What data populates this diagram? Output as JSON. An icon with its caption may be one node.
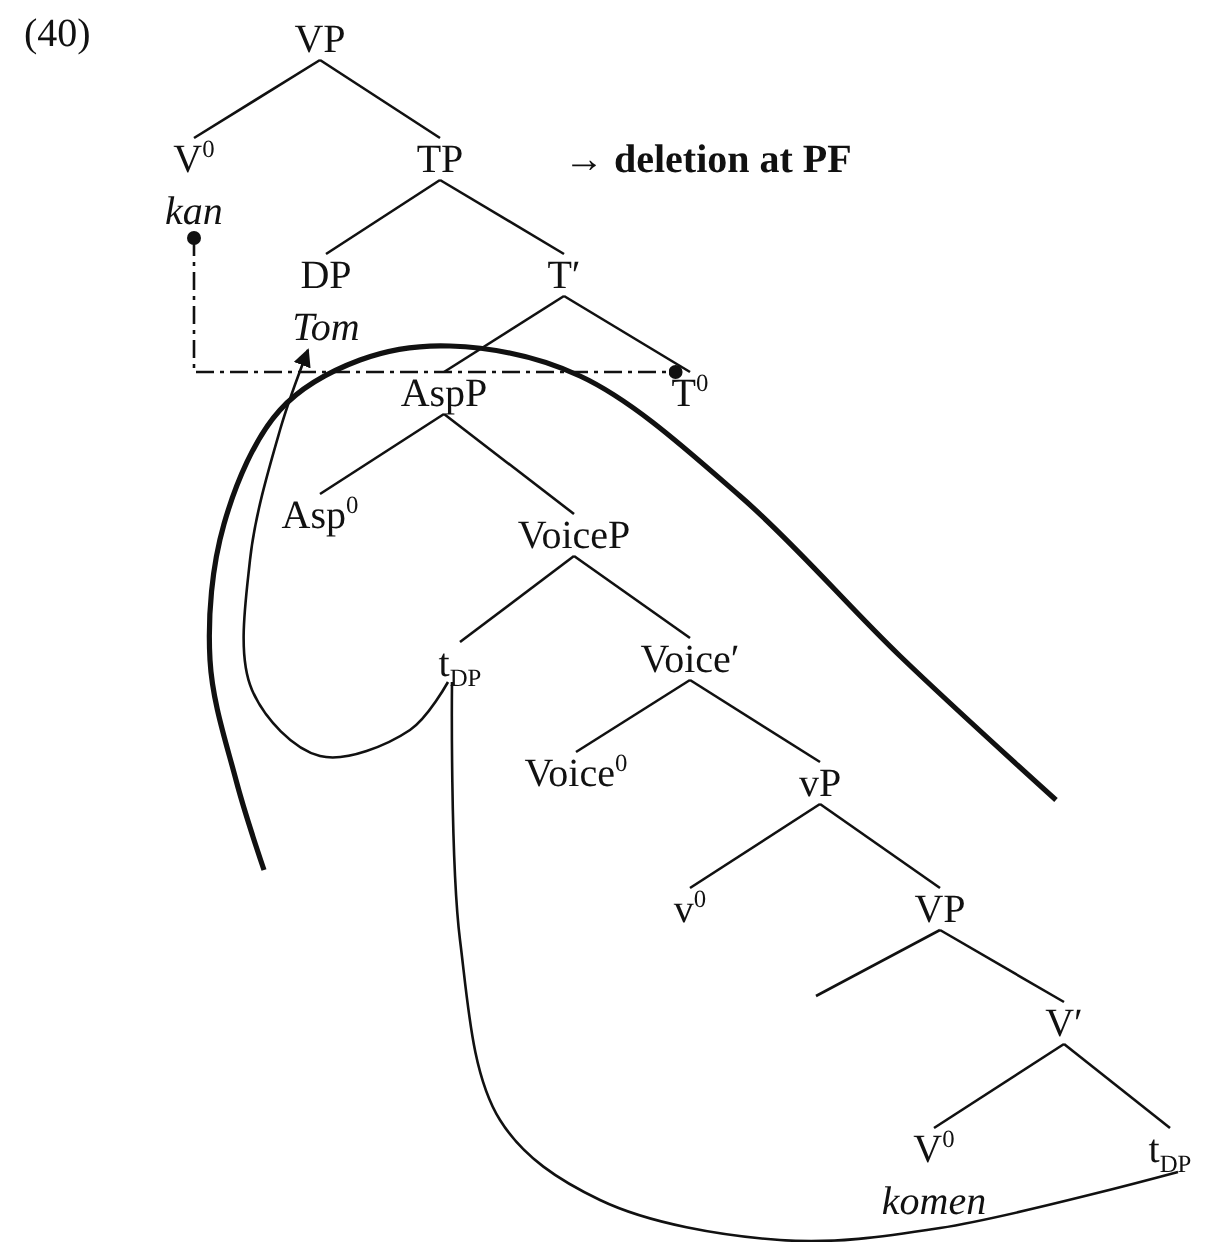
{
  "diagram": {
    "nodes": [
      {
        "text": [
          "VP"
        ]
      },
      {
        "text": [
          "V$^{0}$",
          "kan"
        ]
      },
      {
        "text": [
          "TP"
        ],
        "beside": [
          "→ deletion at PF"
        ]
      },
      {
        "text": [
          "DP",
          "Tom"
        ]
      },
      {
        "text": [
          "T′"
        ]
      },
      {
        "text": [
          "AspP"
        ]
      },
      {
        "text": [
          "T$^{0}$"
        ]
      },
      {
        "text": [
          "Asp$^{0}$"
        ]
      },
      {
        "text": [
          "VoiceP"
        ]
      },
      {
        "text": [
          "t$_{DP}$"
        ]
      },
      {
        "text": [
          "Voice′"
        ]
      },
      {
        "text": [
          "Voice$^{0}$"
        ]
      },
      {
        "text": [
          "vP"
        ]
      },
      {
        "text": [
          "v$^{0}$"
        ]
      },
      {
        "text": [
          "VP"
        ]
      },
      {
        "text": [
          "V′"
        ]
      },
      {
        "text": [
          "V$^{0}$",
          "komen"
        ]
      },
      {
        "text": [
          "t$_{DP}$"
        ]
      }
    ],
    "edges": [
      {
        "from": 0,
        "to": 1,
        "arrow": "none"
      },
      {
        "from": 0,
        "to": 2,
        "arrow": "none"
      },
      {
        "from": 2,
        "to": 3,
        "arrow": "none"
      },
      {
        "from": 2,
        "to": 4,
        "arrow": "none"
      },
      {
        "from": 4,
        "to": 5,
        "arrow": "none"
      },
      {
        "from": 4,
        "to": 6,
        "arrow": "none"
      },
      {
        "from": 5,
        "to": 7,
        "arrow": "none"
      },
      {
        "from": 5,
        "to": 8,
        "arrow": "none"
      },
      {
        "from": 8,
        "to": 9,
        "arrow": "none"
      },
      {
        "from": 8,
        "to": 10,
        "arrow": "none"
      },
      {
        "from": 10,
        "to": 11,
        "arrow": "none"
      },
      {
        "from": 10,
        "to": 12,
        "arrow": "none"
      },
      {
        "from": 12,
        "to": 13,
        "arrow": "none"
      },
      {
        "from": 12,
        "to": 14,
        "arrow": "none"
      },
      {
        "from": 14,
        "to": null,
        "arrow": "none"
      },
      {
        "from": 14,
        "to": 15,
        "arrow": "none"
      },
      {
        "from": 15,
        "to": 16,
        "arrow": "none"
      },
      {
        "from": 15,
        "to": 17,
        "arrow": "none"
      },
      {
        "from": 1,
        "to": 6,
        "arrow": "other",
        "style": "dashed"
      },
      {
        "from": 17,
        "to": 9,
        "arrow": "none"
      },
      {
        "from": 9,
        "to": 3,
        "arrow": "to"
      }
    ],
    "labels": [
      "(40)"
    ]
  }
}
